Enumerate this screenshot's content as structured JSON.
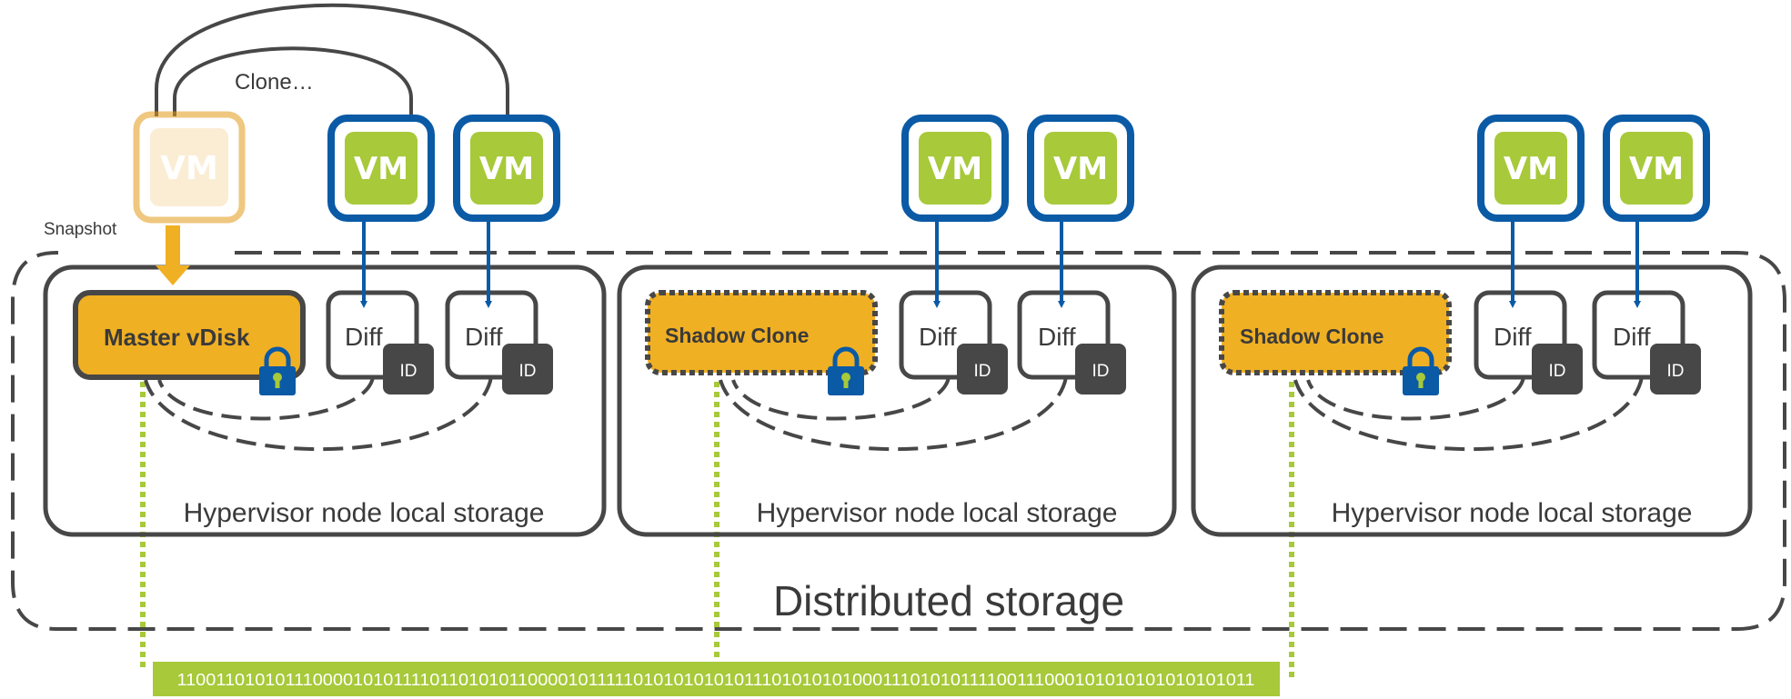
{
  "clone_label": "Clone…",
  "snapshot_label": "Snapshot",
  "vm_label": "VM",
  "master_label": "Master vDisk",
  "shadow_label": "Shadow Clone",
  "diff_label": "Diff",
  "id_label": "ID",
  "node_storage_label": "Hypervisor node local storage",
  "distributed_label": "Distributed storage",
  "binary_data": "11001101010111000010101111011010101100001011111010101010101110101010100011101010111100111000101010101010101011",
  "colors": {
    "vm_border": "#0a5aa6",
    "vm_fill": "#a7c93a",
    "disk_fill": "#f0b023",
    "lock": "#0a5aa6",
    "outline": "#474747",
    "data_bar": "#a7c93a",
    "dotted_link": "#a7c93a"
  },
  "icons": [
    "lock-icon",
    "vm-icon",
    "arrow-down-icon",
    "bidirectional-arrow-icon"
  ]
}
